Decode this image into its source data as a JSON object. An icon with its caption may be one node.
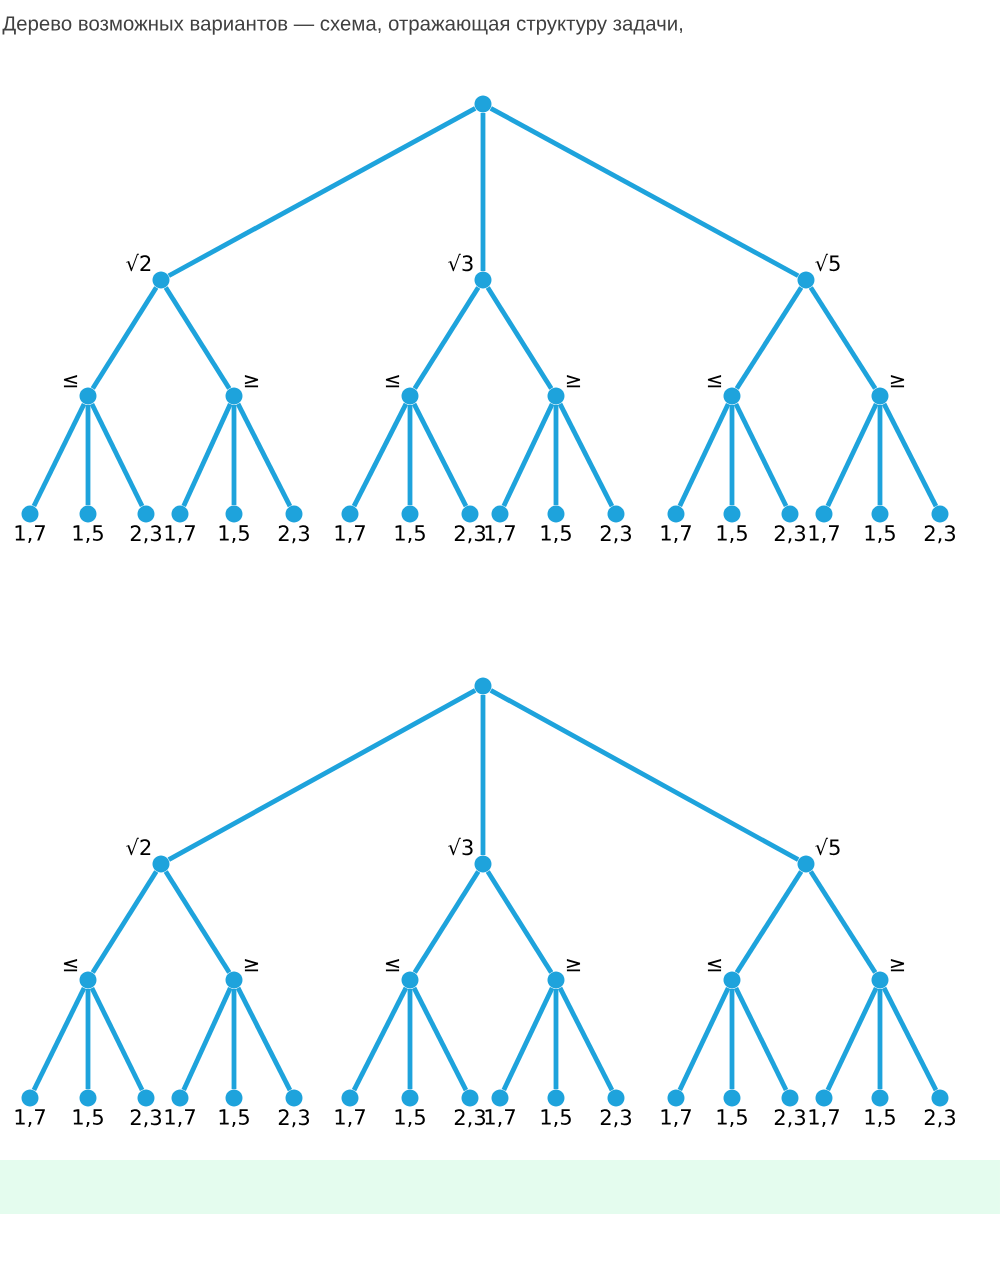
{
  "diagram": {
    "title": "Дерево возможных вариантов — схема, отражающая структуру задачи,",
    "nodes": [
      {
        "text": [],
        "shape": "circle"
      },
      {
        "text": [
          "√2"
        ]
      },
      {
        "text": [
          "√3"
        ]
      },
      {
        "text": [
          "√5"
        ]
      },
      {
        "text": [
          "≤"
        ]
      },
      {
        "text": [
          "≥"
        ]
      },
      {
        "text": [
          "≤"
        ]
      },
      {
        "text": [
          "≥"
        ]
      },
      {
        "text": [
          "≤"
        ]
      },
      {
        "text": [
          "≥"
        ]
      },
      {
        "text": [
          "1,7"
        ]
      },
      {
        "text": [
          "1,5"
        ]
      },
      {
        "text": [
          "2,3"
        ]
      },
      {
        "text": [
          "1,7"
        ]
      },
      {
        "text": [
          "1,5"
        ]
      },
      {
        "text": [
          "2,3"
        ]
      },
      {
        "text": [
          "1,7"
        ]
      },
      {
        "text": [
          "1,5"
        ]
      },
      {
        "text": [
          "2,3"
        ]
      },
      {
        "text": [
          "1,7"
        ]
      },
      {
        "text": [
          "1,5"
        ]
      },
      {
        "text": [
          "2,3"
        ]
      },
      {
        "text": [
          "1,7"
        ]
      },
      {
        "text": [
          "1,5"
        ]
      },
      {
        "text": [
          "2,3"
        ]
      },
      {
        "text": [
          "1,7"
        ]
      },
      {
        "text": [
          "1,5"
        ]
      },
      {
        "text": [
          "2,3"
        ]
      },
      {
        "text": [],
        "shape": "circle"
      },
      {
        "text": [
          "√2"
        ]
      },
      {
        "text": [
          "√3"
        ]
      },
      {
        "text": [
          "√5"
        ]
      },
      {
        "text": [
          "≤"
        ]
      },
      {
        "text": [
          "≥"
        ]
      },
      {
        "text": [
          "≤"
        ]
      },
      {
        "text": [
          "≥"
        ]
      },
      {
        "text": [
          "≤"
        ]
      },
      {
        "text": [
          "≥"
        ]
      },
      {
        "text": [
          "1,7"
        ]
      },
      {
        "text": [
          "1,5"
        ]
      },
      {
        "text": [
          "2,3"
        ]
      },
      {
        "text": [
          "1,7"
        ]
      },
      {
        "text": [
          "1,5"
        ]
      },
      {
        "text": [
          "2,3"
        ]
      },
      {
        "text": [
          "1,7"
        ]
      },
      {
        "text": [
          "1,5"
        ]
      },
      {
        "text": [
          "2,3"
        ]
      },
      {
        "text": [
          "1,7"
        ]
      },
      {
        "text": [
          "1,5"
        ]
      },
      {
        "text": [
          "2,3"
        ]
      },
      {
        "text": [
          "1,7"
        ]
      },
      {
        "text": [
          "1,5"
        ]
      },
      {
        "text": [
          "2,3"
        ]
      },
      {
        "text": [
          "1,7"
        ]
      },
      {
        "text": [
          "1,5"
        ]
      },
      {
        "text": [
          "2,3"
        ]
      }
    ],
    "edges": [
      {
        "from": 0,
        "to": 1,
        "arrow": "none"
      },
      {
        "from": 0,
        "to": 2,
        "arrow": "none"
      },
      {
        "from": 0,
        "to": 3,
        "arrow": "none"
      },
      {
        "from": 1,
        "to": 4,
        "arrow": "none"
      },
      {
        "from": 1,
        "to": 5,
        "arrow": "none"
      },
      {
        "from": 2,
        "to": 6,
        "arrow": "none"
      },
      {
        "from": 2,
        "to": 7,
        "arrow": "none"
      },
      {
        "from": 3,
        "to": 8,
        "arrow": "none"
      },
      {
        "from": 3,
        "to": 9,
        "arrow": "none"
      },
      {
        "from": 4,
        "to": 10,
        "arrow": "none"
      },
      {
        "from": 4,
        "to": 11,
        "arrow": "none"
      },
      {
        "from": 4,
        "to": 12,
        "arrow": "none"
      },
      {
        "from": 5,
        "to": 13,
        "arrow": "none"
      },
      {
        "from": 5,
        "to": 14,
        "arrow": "none"
      },
      {
        "from": 5,
        "to": 15,
        "arrow": "none"
      },
      {
        "from": 6,
        "to": 16,
        "arrow": "none"
      },
      {
        "from": 6,
        "to": 17,
        "arrow": "none"
      },
      {
        "from": 6,
        "to": 18,
        "arrow": "none"
      },
      {
        "from": 7,
        "to": 19,
        "arrow": "none"
      },
      {
        "from": 7,
        "to": 20,
        "arrow": "none"
      },
      {
        "from": 7,
        "to": 21,
        "arrow": "none"
      },
      {
        "from": 8,
        "to": 22,
        "arrow": "none"
      },
      {
        "from": 8,
        "to": 23,
        "arrow": "none"
      },
      {
        "from": 8,
        "to": 24,
        "arrow": "none"
      },
      {
        "from": 9,
        "to": 25,
        "arrow": "none"
      },
      {
        "from": 9,
        "to": 26,
        "arrow": "none"
      },
      {
        "from": 9,
        "to": 27,
        "arrow": "none"
      },
      {
        "from": 28,
        "to": 29,
        "arrow": "none"
      },
      {
        "from": 28,
        "to": 30,
        "arrow": "none"
      },
      {
        "from": 28,
        "to": 31,
        "arrow": "none"
      },
      {
        "from": 29,
        "to": 32,
        "arrow": "none"
      },
      {
        "from": 29,
        "to": 33,
        "arrow": "none"
      },
      {
        "from": 30,
        "to": 34,
        "arrow": "none"
      },
      {
        "from": 30,
        "to": 35,
        "arrow": "none"
      },
      {
        "from": 31,
        "to": 36,
        "arrow": "none"
      },
      {
        "from": 31,
        "to": 37,
        "arrow": "none"
      },
      {
        "from": 32,
        "to": 38,
        "arrow": "none"
      },
      {
        "from": 32,
        "to": 39,
        "arrow": "none"
      },
      {
        "from": 32,
        "to": 40,
        "arrow": "none"
      },
      {
        "from": 33,
        "to": 41,
        "arrow": "none"
      },
      {
        "from": 33,
        "to": 42,
        "arrow": "none"
      },
      {
        "from": 33,
        "to": 43,
        "arrow": "none"
      },
      {
        "from": 34,
        "to": 44,
        "arrow": "none"
      },
      {
        "from": 34,
        "to": 45,
        "arrow": "none"
      },
      {
        "from": 34,
        "to": 46,
        "arrow": "none"
      },
      {
        "from": 35,
        "to": 47,
        "arrow": "none"
      },
      {
        "from": 35,
        "to": 48,
        "arrow": "none"
      },
      {
        "from": 35,
        "to": 49,
        "arrow": "none"
      },
      {
        "from": 36,
        "to": 50,
        "arrow": "none"
      },
      {
        "from": 36,
        "to": 51,
        "arrow": "none"
      },
      {
        "from": 36,
        "to": 52,
        "arrow": "none"
      },
      {
        "from": 37,
        "to": 53,
        "arrow": "none"
      },
      {
        "from": 37,
        "to": 54,
        "arrow": "none"
      },
      {
        "from": 37,
        "to": 55,
        "arrow": "none"
      }
    ]
  }
}
